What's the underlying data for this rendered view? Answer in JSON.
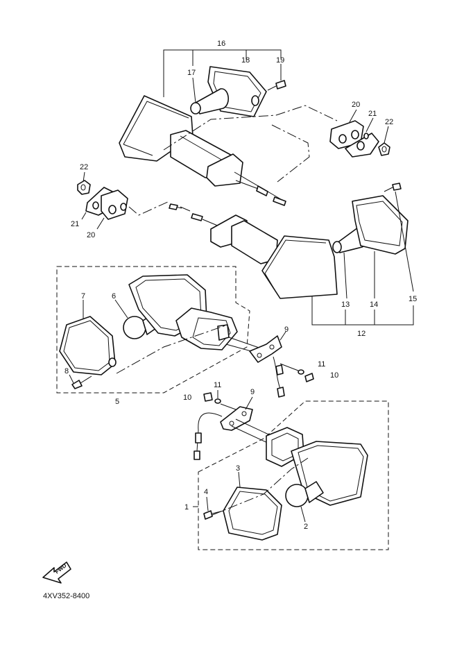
{
  "callouts": [
    {
      "id": "16",
      "text": "16"
    },
    {
      "id": "17",
      "text": "17"
    },
    {
      "id": "18",
      "text": "18"
    },
    {
      "id": "19",
      "text": "19"
    },
    {
      "id": "20a",
      "text": "20"
    },
    {
      "id": "21a",
      "text": "21"
    },
    {
      "id": "22a",
      "text": "22"
    },
    {
      "id": "22b",
      "text": "22"
    },
    {
      "id": "21b",
      "text": "21"
    },
    {
      "id": "20b",
      "text": "20"
    },
    {
      "id": "7",
      "text": "7"
    },
    {
      "id": "6",
      "text": "6"
    },
    {
      "id": "13",
      "text": "13"
    },
    {
      "id": "14",
      "text": "14"
    },
    {
      "id": "15",
      "text": "15"
    },
    {
      "id": "12",
      "text": "12"
    },
    {
      "id": "9a",
      "text": "9"
    },
    {
      "id": "8",
      "text": "8"
    },
    {
      "id": "11a",
      "text": "11"
    },
    {
      "id": "10a",
      "text": "10"
    },
    {
      "id": "5",
      "text": "5"
    },
    {
      "id": "11b",
      "text": "11"
    },
    {
      "id": "9b",
      "text": "9"
    },
    {
      "id": "10b",
      "text": "10"
    },
    {
      "id": "3",
      "text": "3"
    },
    {
      "id": "4",
      "text": "4"
    },
    {
      "id": "1",
      "text": "1"
    },
    {
      "id": "2",
      "text": "2"
    }
  ],
  "direction_badge": {
    "text": "FWD"
  },
  "drawing_code": "4XV352-8400"
}
